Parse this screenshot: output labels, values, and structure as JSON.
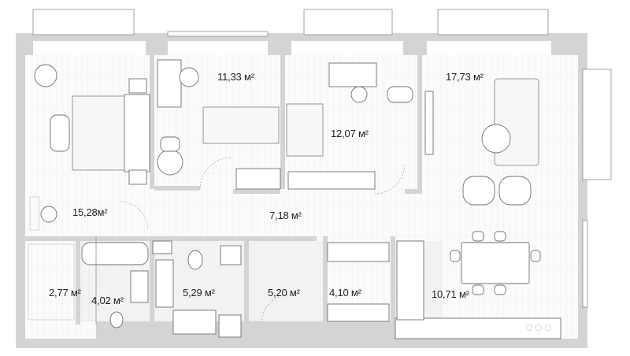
{
  "rooms": [
    {
      "id": "bedroom",
      "area": "15,28м²"
    },
    {
      "id": "study",
      "area": "11,33 м²"
    },
    {
      "id": "kids-room",
      "area": "12,07 м²"
    },
    {
      "id": "living-room",
      "area": "17,73 м²"
    },
    {
      "id": "hall",
      "area": "7,18 м²"
    },
    {
      "id": "closet",
      "area": "2,77 м²"
    },
    {
      "id": "bathroom",
      "area": "4,02 м²"
    },
    {
      "id": "wc",
      "area": "5,29 м²"
    },
    {
      "id": "entrance",
      "area": "5,20 м²"
    },
    {
      "id": "wardrobe",
      "area": "4,10 м²"
    },
    {
      "id": "kitchen",
      "area": "10,71 м²"
    }
  ]
}
